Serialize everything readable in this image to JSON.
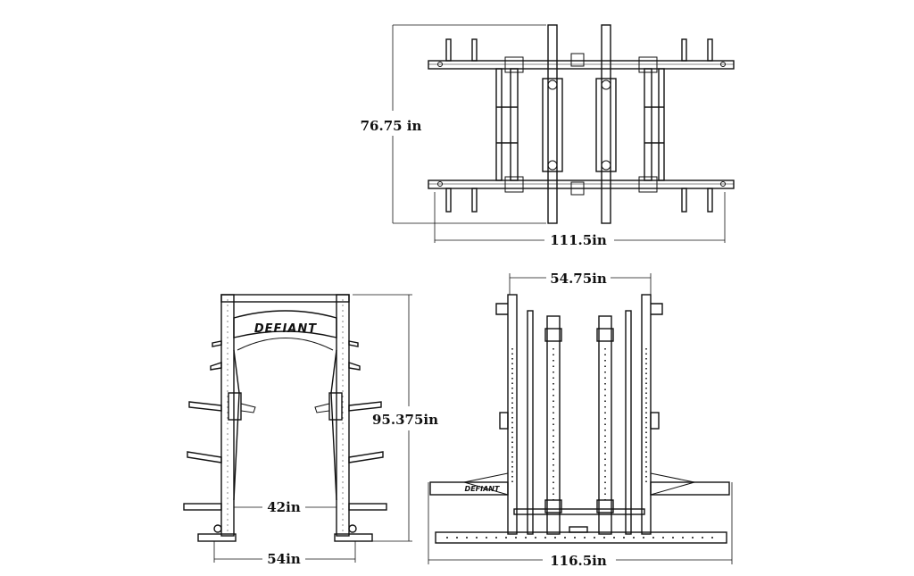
{
  "diagram": {
    "top_view": {
      "depth_label": "76.75 in",
      "width_label": "111.5in"
    },
    "side_view": {
      "height_label": "95.375in",
      "inner_width_label": "42in",
      "base_width_label": "54in",
      "brand_logo": "DEFIANT"
    },
    "front_view": {
      "upright_span_label": "54.75in",
      "overall_width_label": "116.5in",
      "brand_logo": "DEFIANT"
    }
  }
}
